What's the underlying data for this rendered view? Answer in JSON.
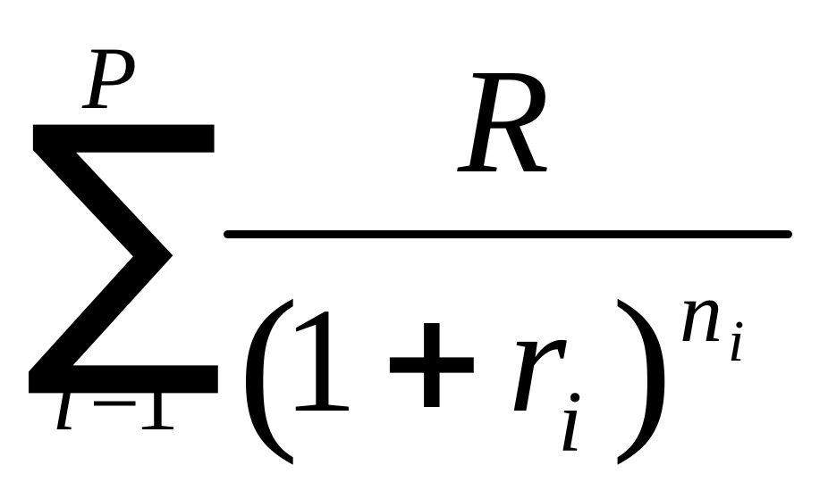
{
  "formula": {
    "summation": {
      "symbol": "∑",
      "upper_limit": "P",
      "lower_index": "i",
      "lower_equals": "=",
      "lower_value": "1"
    },
    "numerator": "R",
    "denominator": {
      "open_paren": "(",
      "one": "1",
      "plus": "+",
      "variable": "r",
      "variable_subscript": "i",
      "close_paren": ")",
      "exponent": "n",
      "exponent_subscript": "i"
    }
  }
}
